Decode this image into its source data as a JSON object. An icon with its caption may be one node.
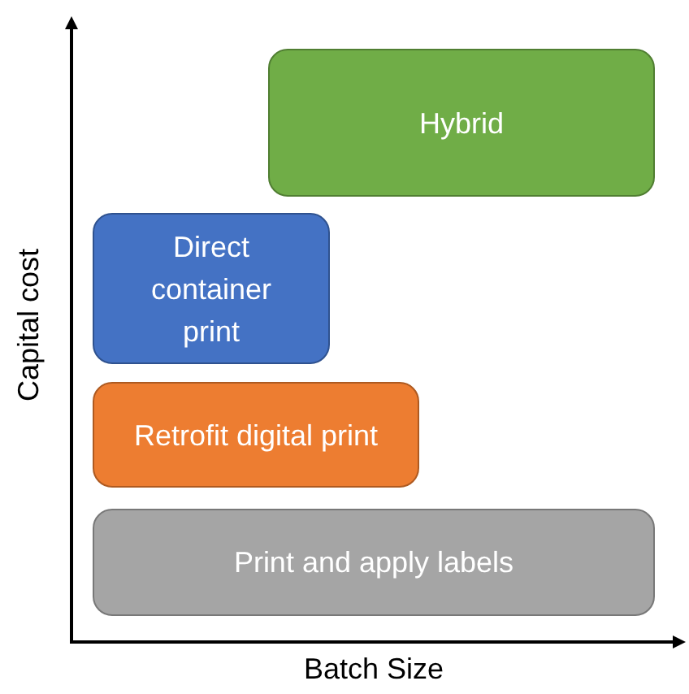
{
  "diagram": {
    "nodes": [
      {
        "text": [
          "Hybrid"
        ]
      },
      {
        "text": [
          "Direct container print"
        ]
      },
      {
        "text": [
          "Retrofit digital print"
        ]
      },
      {
        "text": [
          "Print and apply labels"
        ]
      }
    ],
    "labels": [
      "Capital cost",
      "Batch Size"
    ]
  }
}
